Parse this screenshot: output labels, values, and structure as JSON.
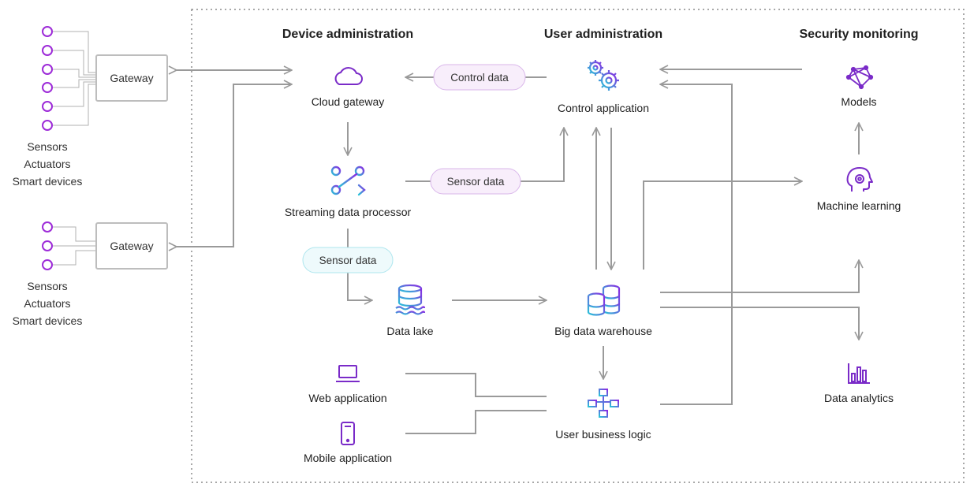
{
  "headers": {
    "device": "Device administration",
    "user": "User administration",
    "security": "Security monitoring"
  },
  "gateways": [
    {
      "label": "Gateway",
      "devices": [
        "Sensors",
        "Actuators",
        "Smart devices"
      ]
    },
    {
      "label": "Gateway",
      "devices": [
        "Sensors",
        "Actuators",
        "Smart devices"
      ]
    }
  ],
  "nodes": {
    "cloud_gateway": "Cloud gateway",
    "streaming": "Streaming data processor",
    "data_lake": "Data lake",
    "web_app": "Web application",
    "mobile_app": "Mobile application",
    "control_app": "Control application",
    "warehouse": "Big data warehouse",
    "business_logic": "User business logic",
    "models": "Models",
    "machine_learning": "Machine learning",
    "data_analytics": "Data analytics"
  },
  "pills": {
    "control_data": "Control data",
    "sensor_data_1": "Sensor data",
    "sensor_data_2": "Sensor data"
  },
  "colors": {
    "purple": "#8a2be2",
    "cyan": "#29c4d8",
    "line": "#9a9a9a",
    "pill_pink_fill": "#f8eefb",
    "pill_pink_stroke": "#d9b6ea",
    "pill_cyan_fill": "#eefafc",
    "pill_cyan_stroke": "#aee6ee"
  }
}
